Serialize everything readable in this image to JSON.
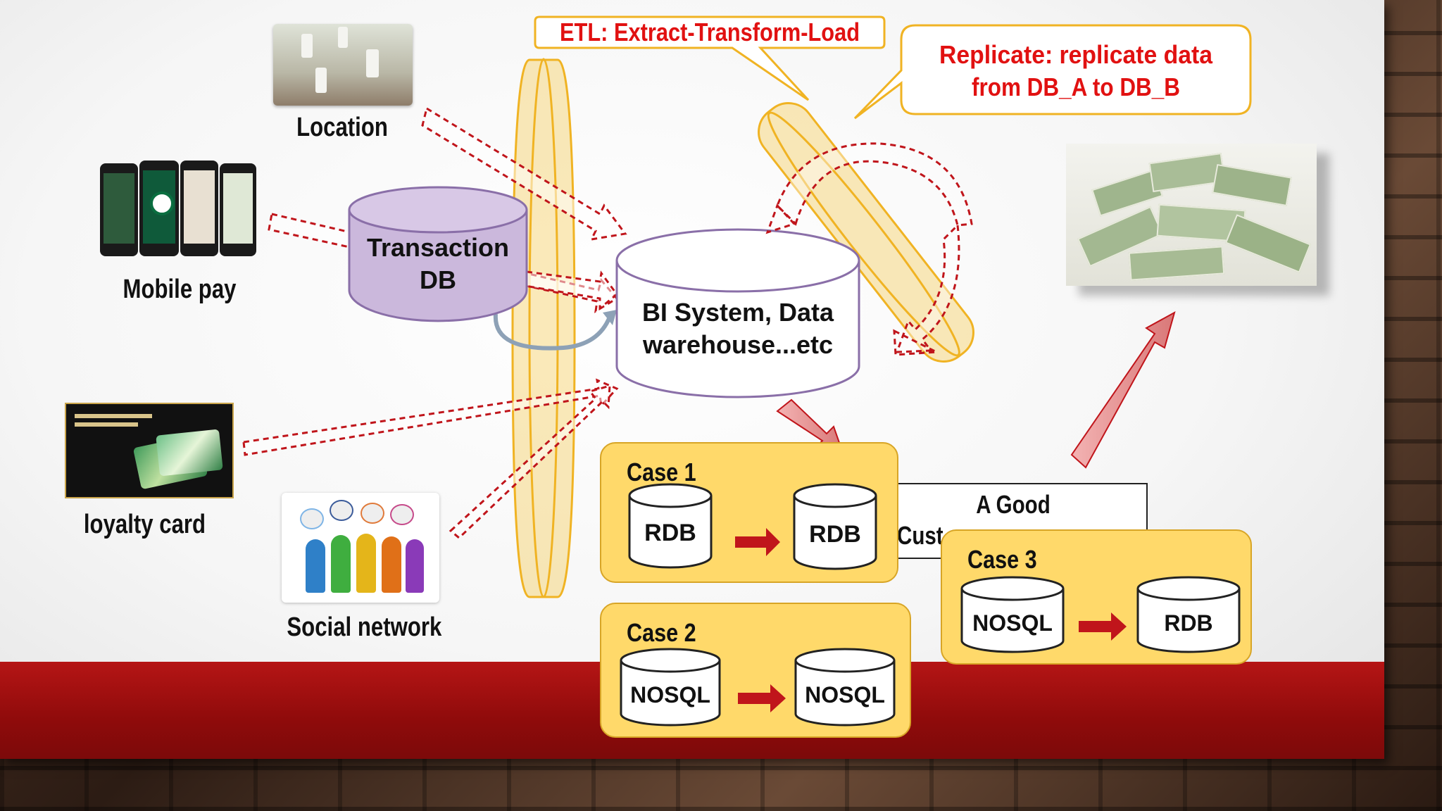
{
  "sources": {
    "location": "Location",
    "mobile_pay": "Mobile pay",
    "loyalty_card": "loyalty card",
    "social_network": "Social network"
  },
  "transaction_db": {
    "line1": "Transaction",
    "line2": "DB"
  },
  "bi_system": {
    "line1": "BI System, Data",
    "line2": "warehouse...etc"
  },
  "etl_callout": "ETL: Extract-Transform-Load",
  "replicate_callout": {
    "line1": "Replicate: replicate data",
    "line2": "from DB_A to DB_B"
  },
  "good_box": {
    "line1": "A Good",
    "line2": "Cust"
  },
  "cases": [
    {
      "title": "Case 1",
      "from": "RDB",
      "to": "RDB"
    },
    {
      "title": "Case 2",
      "from": "NOSQL",
      "to": "NOSQL"
    },
    {
      "title": "Case 3",
      "from": "NOSQL",
      "to": "RDB"
    }
  ],
  "colors": {
    "red_arrow": "#c0151b",
    "etl_band": "#f3c23a",
    "case_fill": "#ffd96a",
    "db_purple": "#cbb8dc",
    "slide_band": "#a81010"
  }
}
